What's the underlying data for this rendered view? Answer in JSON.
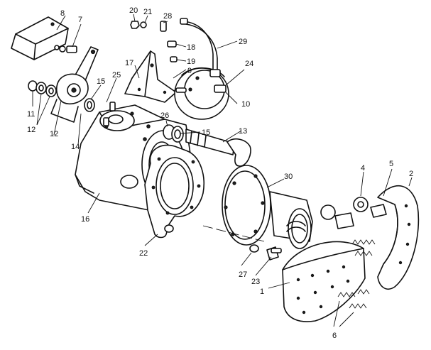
{
  "callouts": [
    "8",
    "7",
    "20",
    "21",
    "28",
    "18",
    "19",
    "29",
    "17",
    "9",
    "24",
    "25",
    "15",
    "11",
    "12",
    "12",
    "14",
    "10",
    "26",
    "15",
    "13",
    "16",
    "22",
    "30",
    "4",
    "5",
    "2",
    "27",
    "23",
    "1",
    "6"
  ]
}
